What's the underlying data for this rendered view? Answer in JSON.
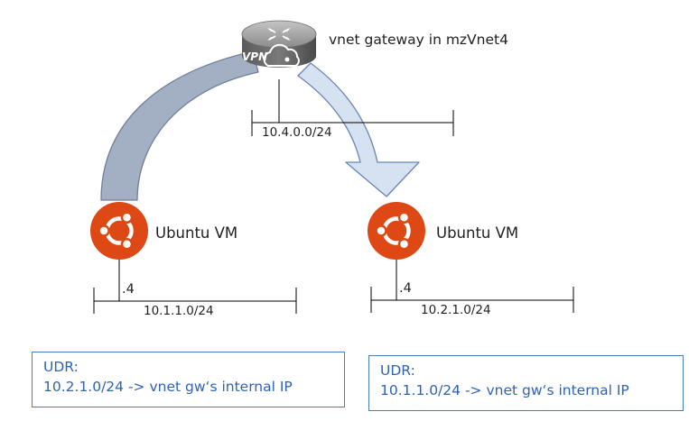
{
  "gateway": {
    "label": "vnet gateway in mzVnet4",
    "badge": "VPN",
    "subnet": "10.4.0.0/24"
  },
  "vms": [
    {
      "label": "Ubuntu VM",
      "host": ".4",
      "subnet": "10.1.1.0/24"
    },
    {
      "label": "Ubuntu VM",
      "host": ".4",
      "subnet": "10.2.1.0/24"
    }
  ],
  "udr": [
    {
      "title": "UDR:",
      "route": "10.2.1.0/24 -> vnet gw‘s internal IP"
    },
    {
      "title": "UDR:",
      "route": "10.1.1.0/24 -> vnet gw‘s internal IP"
    }
  ],
  "colors": {
    "ubuntu_orange": "#dd4814",
    "arrow_left": "#a3afc3",
    "arrow_right": "#d6e1f2",
    "udr_text": "#2e63b7",
    "udr_border": "#4a7cc0"
  }
}
